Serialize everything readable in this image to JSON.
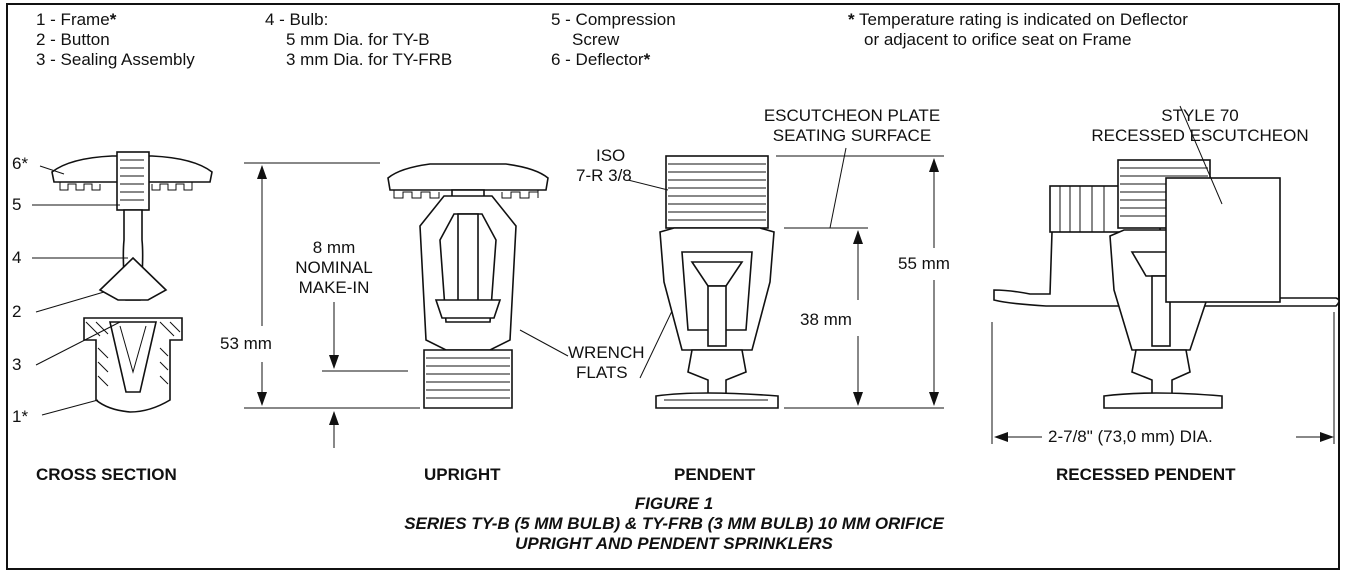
{
  "legend": {
    "item1": "1 - Frame",
    "item2": "2 - Button",
    "item3": "3 - Sealing Assembly",
    "item4": "4 - Bulb:",
    "item4a": "5 mm Dia. for TY-B",
    "item4b": "3 mm Dia. for TY-FRB",
    "item5": "5 - Compression",
    "item5b": "Screw",
    "item6": "6 - Deflector",
    "star": "*",
    "note1": "Temperature rating is indicated on Deflector",
    "note2": "or adjacent to orifice seat on Frame"
  },
  "callouts": {
    "c6": "6*",
    "c5": "5",
    "c4": "4",
    "c2": "2",
    "c3": "3",
    "c1": "1*"
  },
  "dimensions": {
    "makein1": "8 mm",
    "makein2": "NOMINAL",
    "makein3": "MAKE-IN",
    "height53": "53 mm",
    "wrench1": "WRENCH",
    "wrench2": "FLATS",
    "iso1": "ISO",
    "iso2": "7-R 3/8",
    "esc1": "ESCUTCHEON PLATE",
    "esc2": "SEATING SURFACE",
    "h38": "38 mm",
    "h55": "55 mm",
    "style1": "STYLE 70",
    "style2": "RECESSED ESCUTCHEON",
    "dia": "2-7/8\" (73,0 mm) DIA."
  },
  "views": {
    "cross": "CROSS SECTION",
    "upright": "UPRIGHT",
    "pendent": "PENDENT",
    "recessed": "RECESSED PENDENT"
  },
  "caption": {
    "line1": "FIGURE 1",
    "line2": "SERIES TY-B (5 MM BULB) & TY-FRB (3 MM BULB) 10 MM ORIFICE",
    "line3": "UPRIGHT AND PENDENT SPRINKLERS"
  }
}
